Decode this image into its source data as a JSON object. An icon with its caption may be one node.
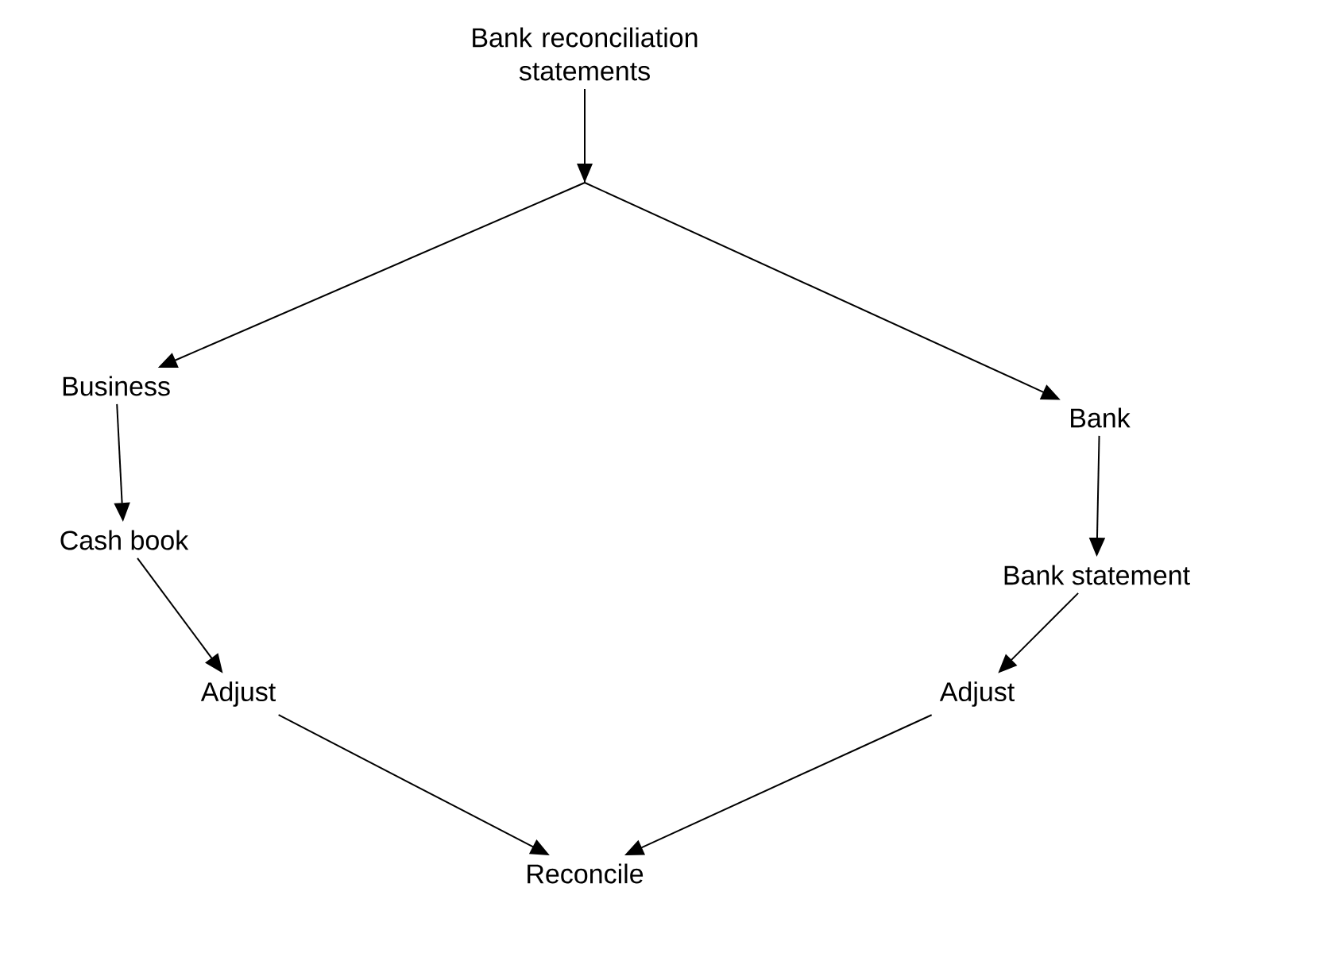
{
  "diagram": {
    "nodes": [
      {
        "text": [
          "Bank reconciliation statements"
        ]
      },
      {
        "text": [
          "Business"
        ]
      },
      {
        "text": [
          "Cash book"
        ]
      },
      {
        "text": [
          "Adjust"
        ]
      },
      {
        "text": [
          "Bank"
        ]
      },
      {
        "text": [
          "Bank statement"
        ]
      },
      {
        "text": [
          "Adjust"
        ]
      },
      {
        "text": [
          "Reconcile"
        ]
      }
    ],
    "edges": [
      {
        "from": 0,
        "to": 1,
        "arrow": "to"
      },
      {
        "from": 0,
        "to": 4,
        "arrow": "to"
      },
      {
        "from": 1,
        "to": 2,
        "arrow": "to"
      },
      {
        "from": 2,
        "to": 3,
        "arrow": "to"
      },
      {
        "from": 4,
        "to": 5,
        "arrow": "to"
      },
      {
        "from": 5,
        "to": 6,
        "arrow": "to"
      },
      {
        "from": 3,
        "to": 7,
        "arrow": "to"
      },
      {
        "from": 6,
        "to": 7,
        "arrow": "to"
      }
    ]
  }
}
